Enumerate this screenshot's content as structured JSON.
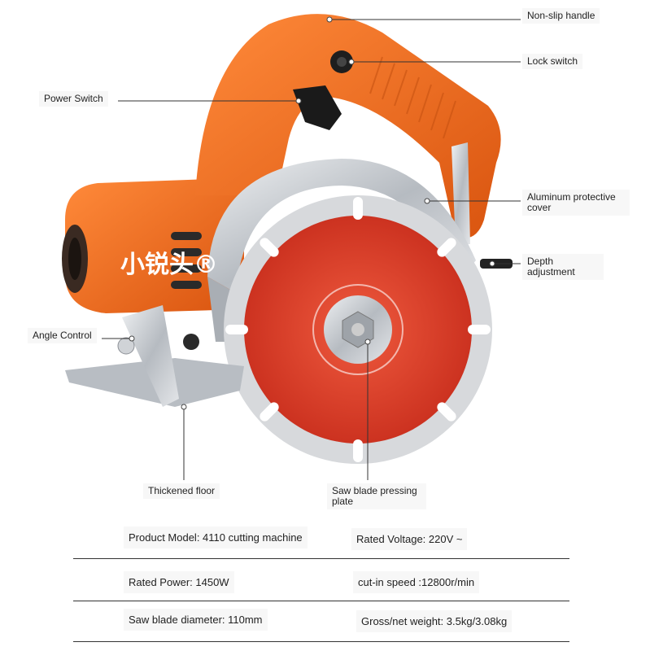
{
  "callouts": {
    "handle": "Non-slip handle",
    "lock": "Lock switch",
    "power": "Power Switch",
    "cover": "Aluminum protective cover",
    "depth": "Depth adjustment",
    "angle": "Angle Control",
    "floor": "Thickened floor",
    "plate": "Saw blade pressing plate"
  },
  "brand": "小锐头®",
  "specs": {
    "model": "Product Model: 4110 cutting machine",
    "voltage": "Rated Voltage: 220V ~",
    "power": "Rated Power: 1450W",
    "speed": "cut-in speed :12800r/min",
    "diameter": "Saw blade diameter: 110mm",
    "weight": "Gross/net weight: 3.5kg/3.08kg"
  },
  "colors": {
    "body": "#f06a1e",
    "body_dark": "#c84e10",
    "blade": "#e0442e",
    "metal": "#c9ccd0"
  }
}
